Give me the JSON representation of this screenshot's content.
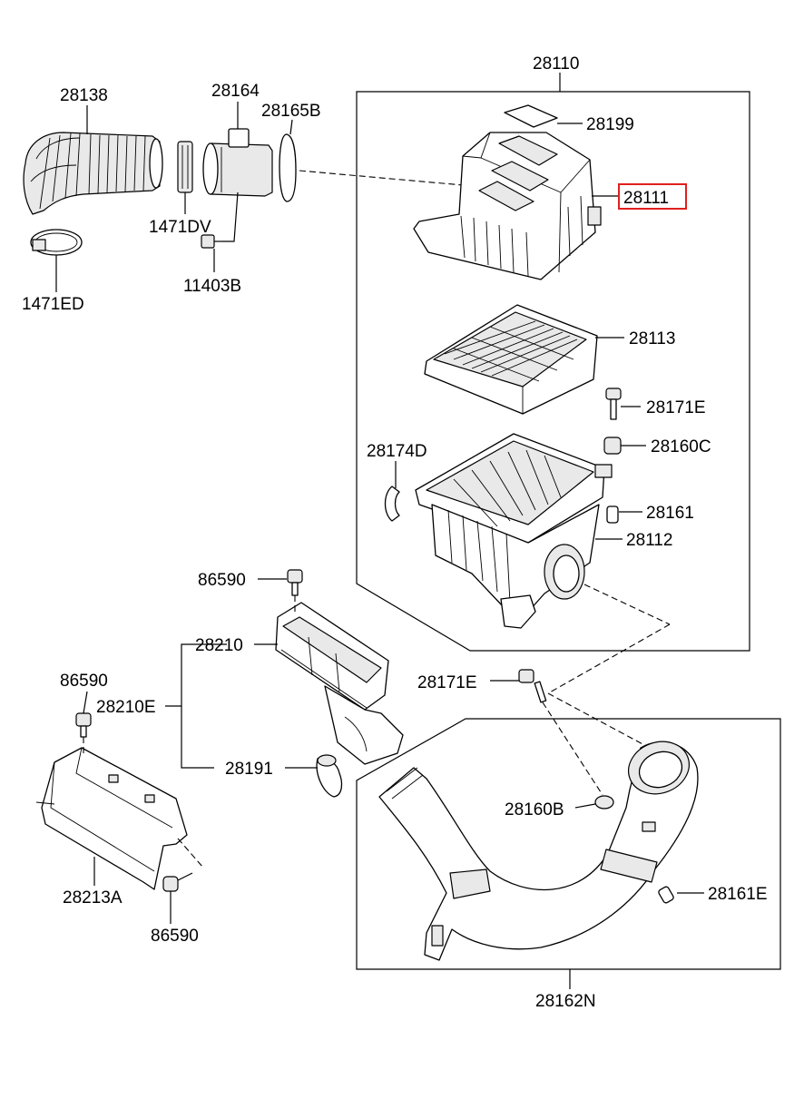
{
  "highlight_color": "#e0201e",
  "labels": {
    "p28110": "28110",
    "p28138": "28138",
    "p28164": "28164",
    "p28165B": "28165B",
    "p28199": "28199",
    "p28111": "28111",
    "p1471DV": "1471DV",
    "p1471ED": "1471ED",
    "p11403B": "11403B",
    "p28113": "28113",
    "p28171E_a": "28171E",
    "p28160C": "28160C",
    "p28174D": "28174D",
    "p28161": "28161",
    "p28112": "28112",
    "p86590_a": "86590",
    "p28210": "28210",
    "p86590_b": "86590",
    "p28210E": "28210E",
    "p28171E_b": "28171E",
    "p28191": "28191",
    "p28160B": "28160B",
    "p28161E": "28161E",
    "p28213A": "28213A",
    "p86590_c": "86590",
    "p28162N": "28162N"
  },
  "highlighted_part": "28111"
}
